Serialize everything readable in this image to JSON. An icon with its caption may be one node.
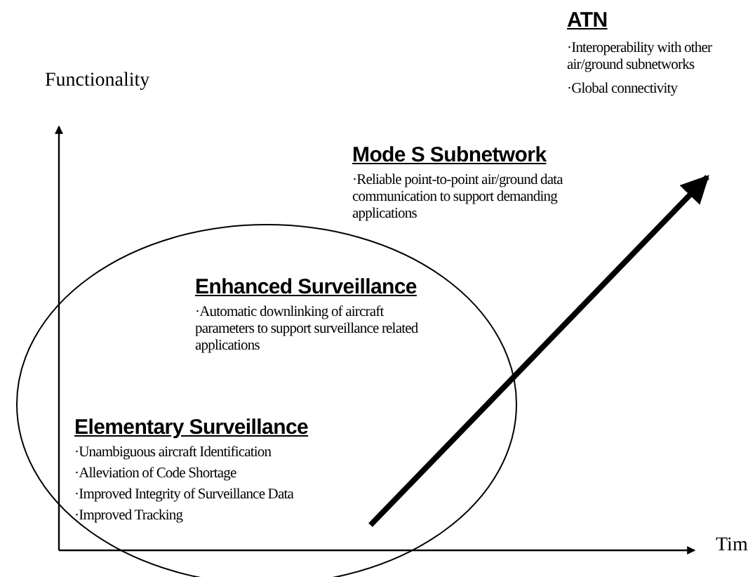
{
  "diagram": {
    "labels": [
      "ATN",
      "·Interoperability with other air/ground subnetworks",
      "·Global connectivity",
      "Functionality",
      "Mode S Subnetwork",
      "·Reliable point-to-point air/ground data communication to support demanding applications",
      "Enhanced Surveillance",
      "·Automatic downlinking of aircraft parameters to support surveillance related applications",
      "Elementary Surveillance",
      "·Unambiguous aircraft Identification",
      "·Alleviation of Code Shortage",
      "·Improved Integrity of  Surveillance Data",
      "·Improved Tracking",
      "Tim"
    ]
  }
}
